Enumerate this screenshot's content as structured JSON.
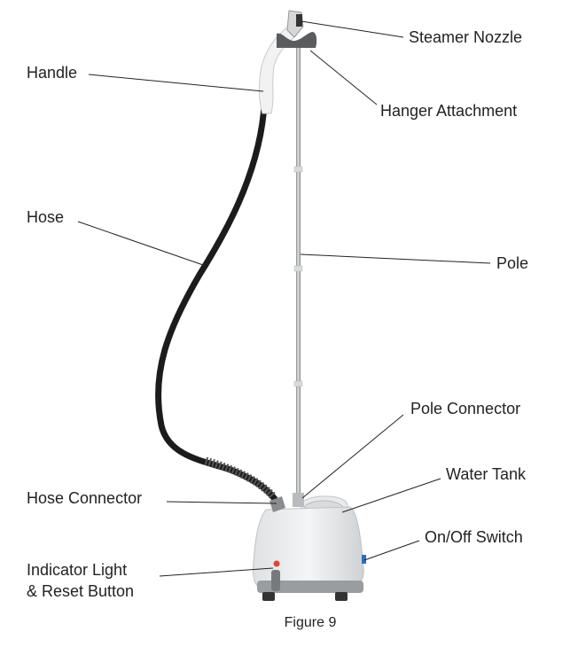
{
  "labels": {
    "steamer_nozzle": "Steamer Nozzle",
    "handle": "Handle",
    "hanger_attachment": "Hanger Attachment",
    "hose": "Hose",
    "pole": "Pole",
    "pole_connector": "Pole Connector",
    "water_tank": "Water Tank",
    "hose_connector": "Hose Connector",
    "on_off_switch": "On/Off Switch",
    "indicator_light_line1": "Indicator Light",
    "indicator_light_line2": "& Reset Button"
  },
  "caption": "Figure 9",
  "colors": {
    "indicator_light": "#e0453a",
    "switch": "#2a6fc0",
    "hose": "#1a1a1a"
  }
}
